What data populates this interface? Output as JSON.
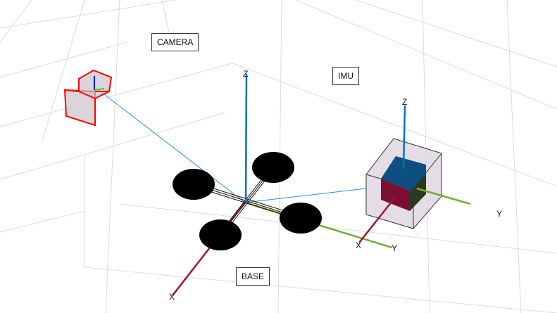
{
  "labels": {
    "camera": "CAMERA",
    "imu": "IMU",
    "base": "BASE"
  },
  "axes": {
    "base": {
      "x": "X",
      "y": "Y",
      "z": "Z"
    },
    "imu": {
      "x": "X",
      "z": "Z",
      "y": "Y"
    }
  },
  "colors": {
    "x_axis": "#a0142e",
    "y_axis": "#77ac30",
    "z_axis": "#0072bd",
    "link": "#2a8fd0",
    "camera": "#ff0000",
    "grid": "#dcdcdc"
  }
}
